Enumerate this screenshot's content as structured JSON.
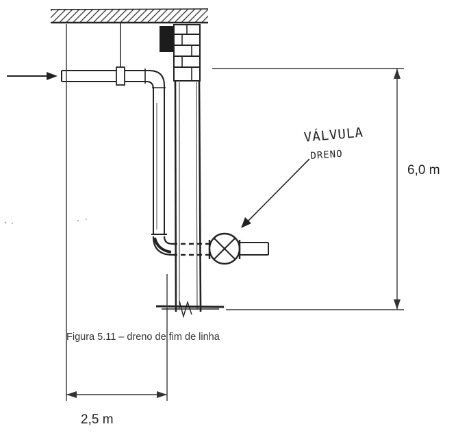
{
  "figure": {
    "caption": "Figura 5.11 – dreno de fim de linha",
    "valve_label_line1": "VÁLVULA",
    "valve_label_line2": "DRENO",
    "height_dimension": "6,0 m",
    "width_dimension": "2,5 m"
  }
}
